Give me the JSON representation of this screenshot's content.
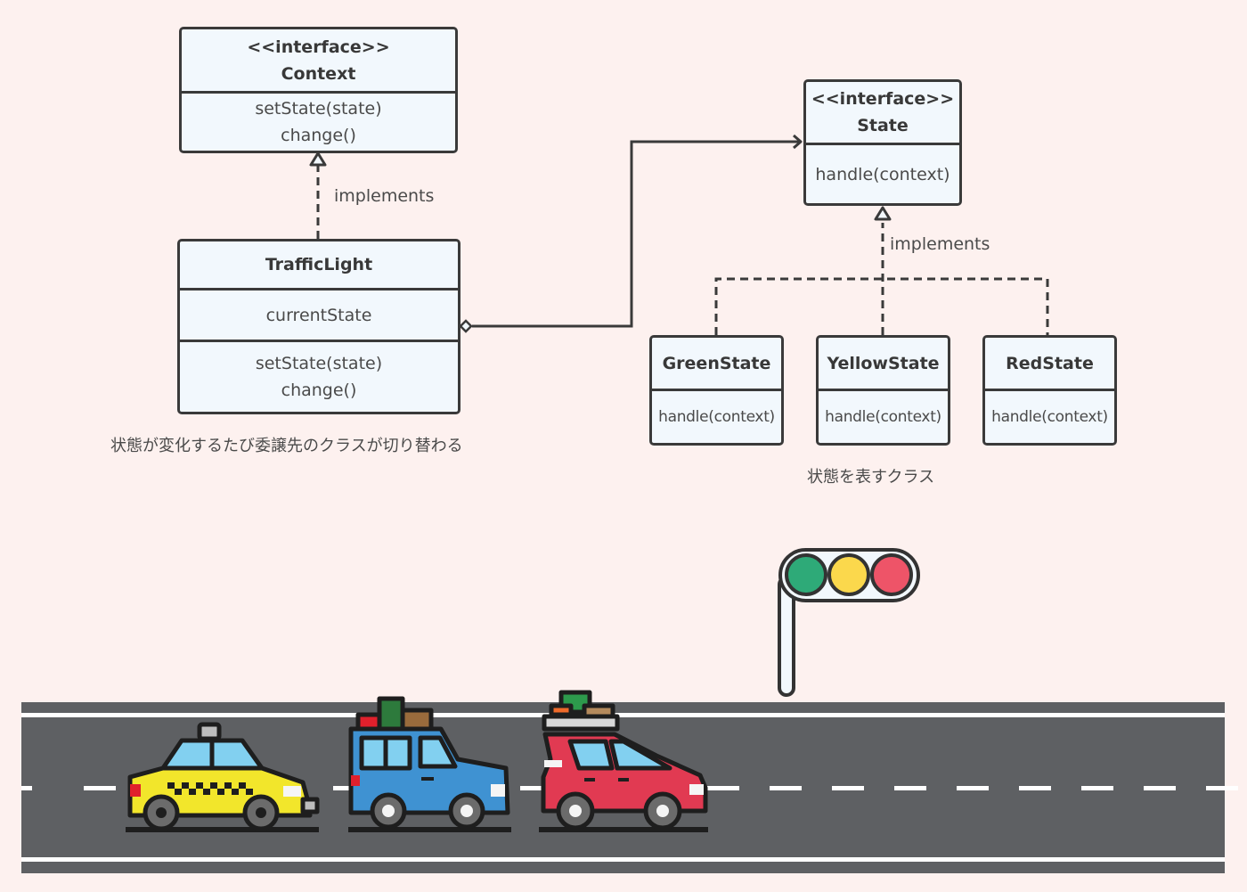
{
  "diagram": {
    "classes": {
      "context": {
        "stereotype": "<<interface>>",
        "name": "Context",
        "methods": [
          "setState(state)",
          "change()"
        ]
      },
      "traffic_light": {
        "name": "TrafficLight",
        "attributes": [
          "currentState"
        ],
        "methods": [
          "setState(state)",
          "change()"
        ]
      },
      "state": {
        "stereotype": "<<interface>>",
        "name": "State",
        "methods": [
          "handle(context)"
        ]
      },
      "green_state": {
        "name": "GreenState",
        "methods": [
          "handle(context)"
        ]
      },
      "yellow_state": {
        "name": "YellowState",
        "methods": [
          "handle(context)"
        ]
      },
      "red_state": {
        "name": "RedState",
        "methods": [
          "handle(context)"
        ]
      }
    },
    "relations": {
      "context_implements_label": "implements",
      "state_implements_label": "implements",
      "aggregation": {
        "from": "TrafficLight",
        "to": "State",
        "type": "aggregation"
      }
    },
    "captions": {
      "left": "状態が変化するたび委譲先のクラスが切り替わる",
      "right": "状態を表すクラス"
    }
  },
  "illustration": {
    "traffic_light_colors": {
      "green": "#2eaa78",
      "yellow": "#fbd84c",
      "red": "#ee5468"
    },
    "vehicles": [
      "taxi",
      "blue-suv",
      "red-suv"
    ],
    "colors": {
      "road": "#5e6063",
      "taxi": "#f2e62b",
      "blue_suv": "#3f92d2",
      "red_suv": "#e13a52",
      "window": "#82d0f0"
    }
  }
}
